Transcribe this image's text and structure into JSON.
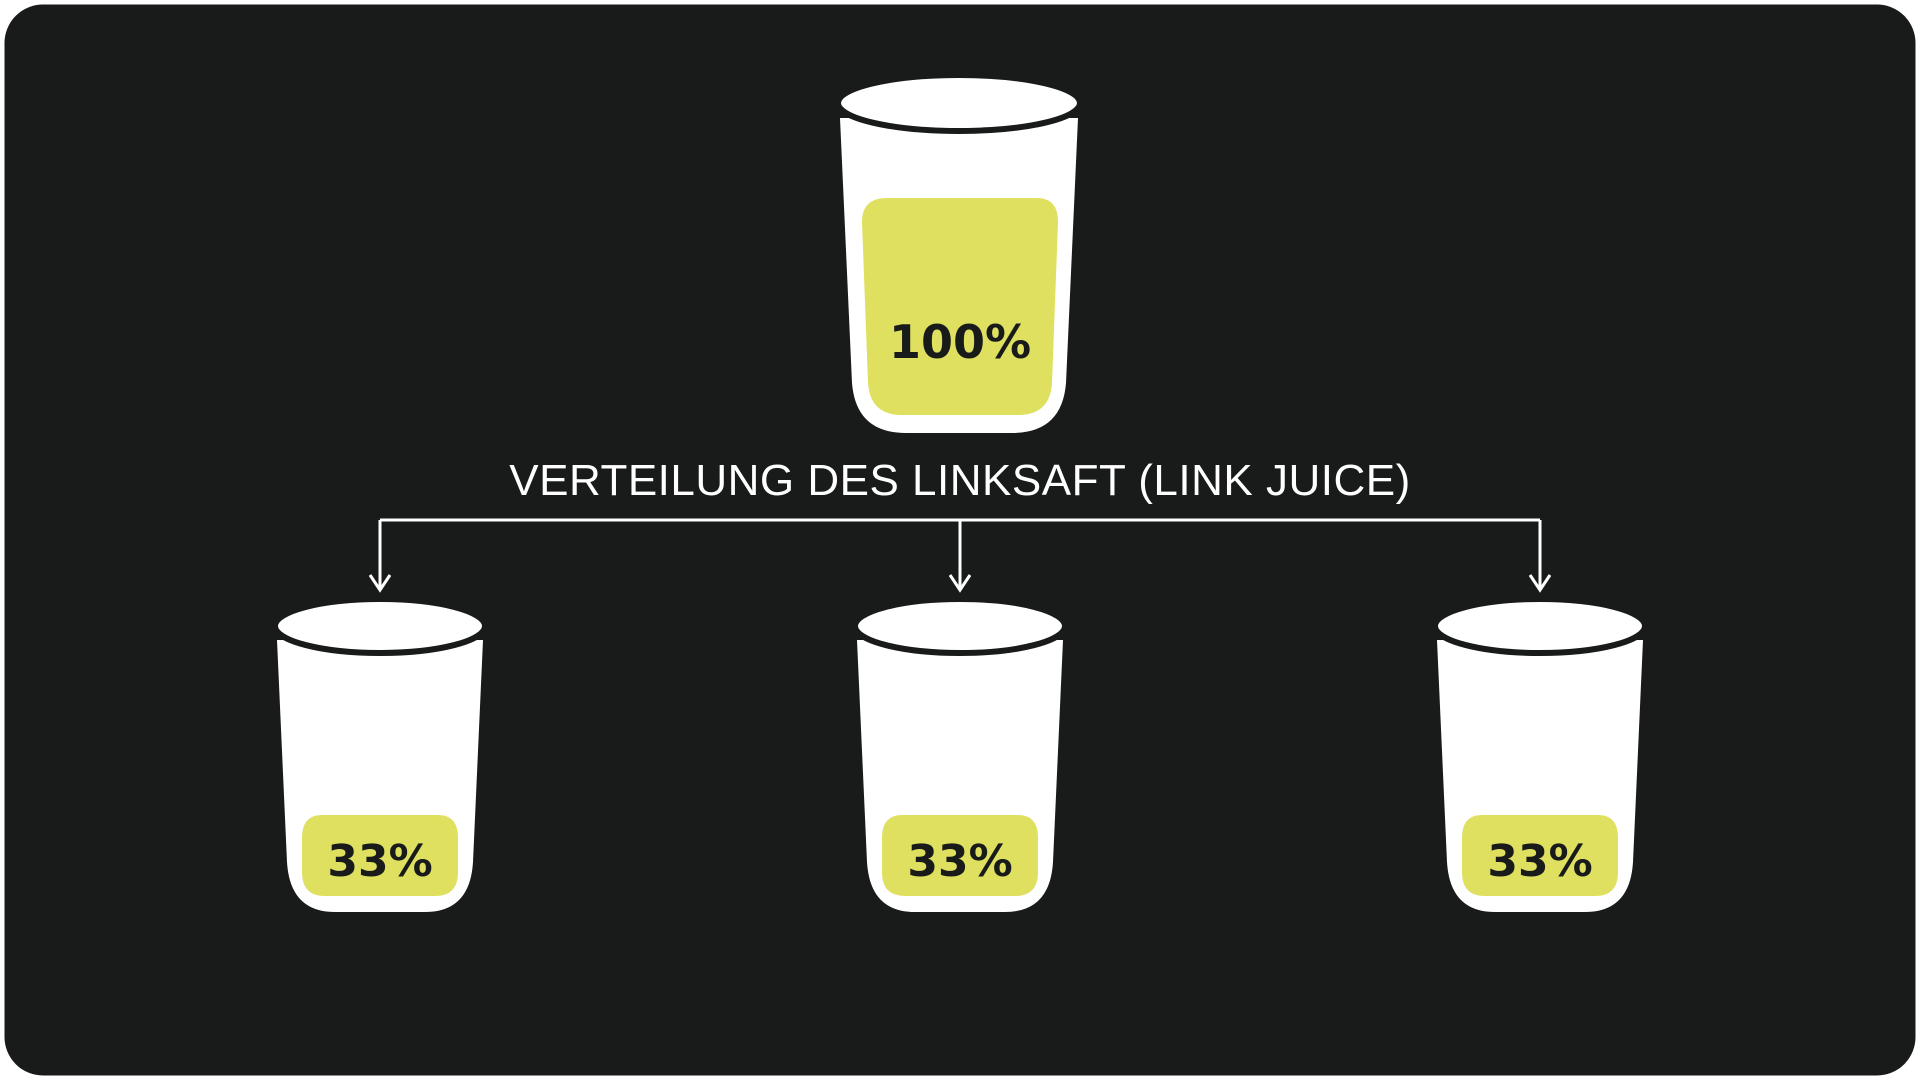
{
  "colors": {
    "background": "#181b1a",
    "frame_border": "#ffffff",
    "glass": "#ffffff",
    "juice": "#e0e060",
    "label_text": "#181b1a",
    "caption_text": "#ffffff"
  },
  "caption": "VERTEILUNG DES LINKSAFT (LINK JUICE)",
  "source_glass": {
    "label": "100%",
    "fill_level": 1.0
  },
  "target_glasses": [
    {
      "label": "33%",
      "fill_level": 0.33
    },
    {
      "label": "33%",
      "fill_level": 0.33
    },
    {
      "label": "33%",
      "fill_level": 0.33
    }
  ]
}
